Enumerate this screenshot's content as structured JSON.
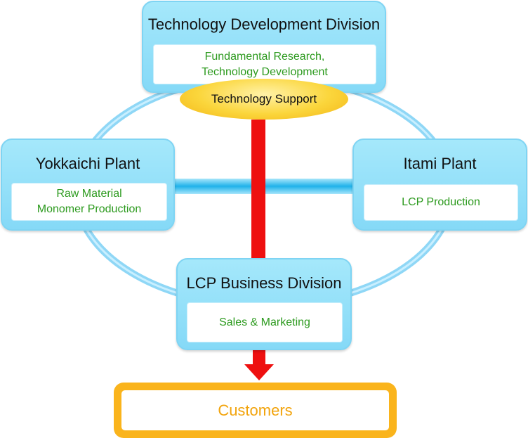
{
  "divisions": {
    "tech": {
      "title": "Technology Development Division",
      "description": "Fundamental Research,\nTechnology Development"
    },
    "yokkaichi": {
      "title": "Yokkaichi Plant",
      "description": "Raw Material\nMonomer Production"
    },
    "itami": {
      "title": "Itami Plant",
      "description": "LCP Production"
    },
    "lcp_business": {
      "title": "LCP Business Division",
      "description": "Sales & Marketing"
    }
  },
  "tech_support": {
    "label": "Technology Support"
  },
  "customers": {
    "label": "Customers"
  },
  "colors": {
    "node_fill": "#9fe3f9",
    "node_border": "#7fd4f3",
    "description_text": "#2c9a1e",
    "ring": "#6fc6f0",
    "connector": "#2fb7ea",
    "arrow": "#ee1010",
    "support_oval": "#fbd63c",
    "customers_border": "#fab41c",
    "customers_text": "#f2a40d"
  }
}
